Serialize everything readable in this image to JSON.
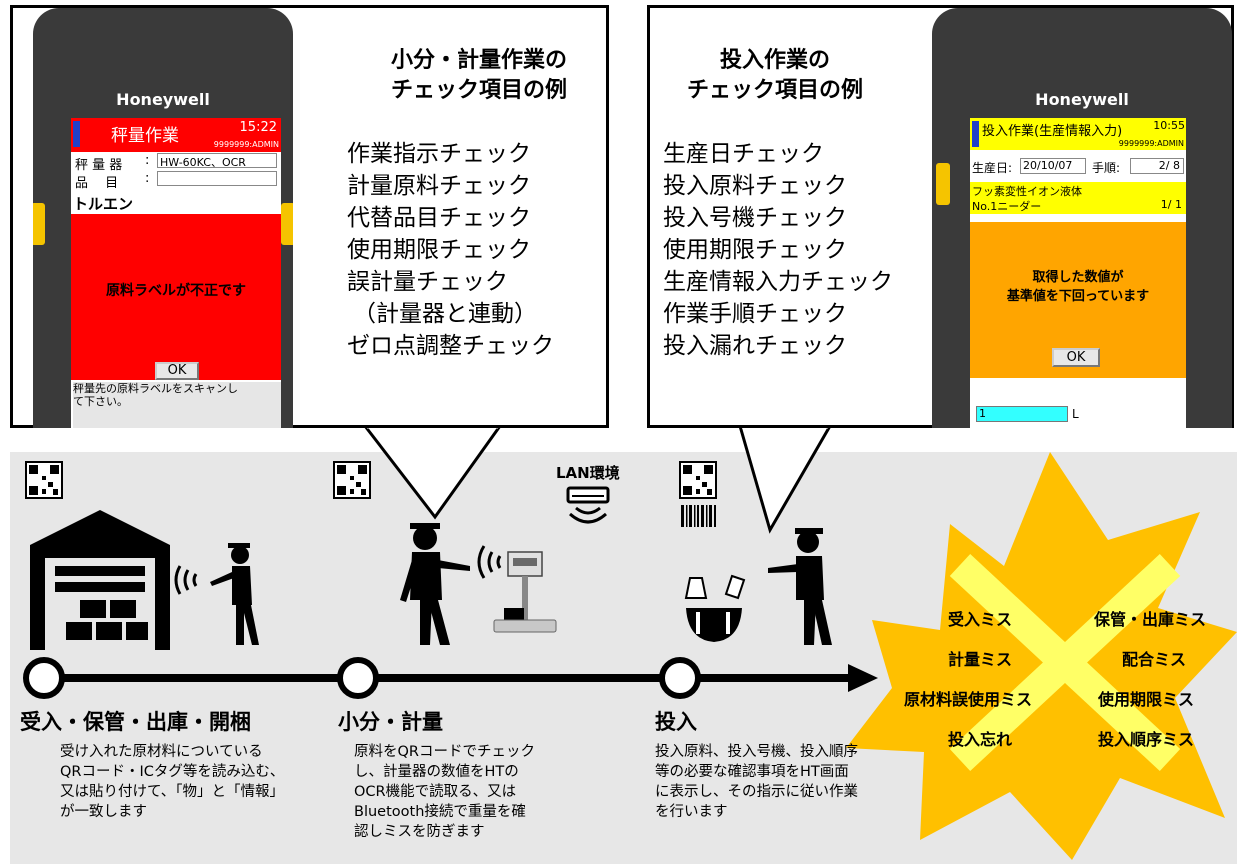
{
  "left_callout": {
    "title_line1": "小分・計量作業の",
    "title_line2": "チェック項目の例",
    "checks": [
      "作業指示チェック",
      "計量原料チェック",
      "代替品目チェック",
      "使用期限チェック",
      "誤計量チェック",
      "（計量器と連動）",
      "ゼロ点調整チェック"
    ],
    "device": {
      "brand": "Honeywell",
      "screen_title": "秤量作業",
      "time": "15:22",
      "user": "9999999:ADMIN",
      "row1_label": "秤 量 器",
      "row1_value": "HW-60KC、OCR",
      "row2_label": "品　 目",
      "item": "トルエン",
      "alert": "原料ラベルが不正です",
      "ok": "OK",
      "footer_line1": "秤量先の原料ラベルをスキャンし",
      "footer_line2": "て下さい。"
    }
  },
  "right_callout": {
    "title_line1": "投入作業の",
    "title_line2": "チェック項目の例",
    "checks": [
      "生産日チェック",
      "投入原料チェック",
      "投入号機チェック",
      "使用期限チェック",
      "生産情報入力チェック",
      "作業手順チェック",
      "投入漏れチェック"
    ],
    "device": {
      "brand": "Honeywell",
      "screen_title": "投入作業(生産情報入力)",
      "time": "10:55",
      "user": "9999999:ADMIN",
      "date_label": "生産日:",
      "date_value": "20/10/07",
      "step_label": "手順:",
      "step_value": "2/ 8",
      "material": "フッ素変性イオン液体",
      "machine": "No.1ニーダー",
      "count": "1/ 1",
      "alert_line1": "取得した数値が",
      "alert_line2": "基準値を下回っています",
      "ok": "OK",
      "input_value": "1",
      "unit": "L"
    }
  },
  "lan_label": "LAN環境",
  "stages": [
    {
      "title": "受入・保管・出庫・開梱",
      "desc": "受け入れた原材料についている\nQRコード・ICタグ等を読み込む、\n又は貼り付けて、「物」と「情報」\nが一致します"
    },
    {
      "title": "小分・計量",
      "desc": "原料をQRコードでチェック\nし、計量器の数値をHTの\nOCR機能で読取る、又は\nBluetooth接続で重量を確\n認しミスを防ぎます"
    },
    {
      "title": "投入",
      "desc": "投入原料、投入号機、投入順序\n等の必要な確認事項をHT画面\nに表示し、その指示に従い作業\nを行います"
    }
  ],
  "errors_left": [
    "受入ミス",
    "計量ミス",
    "原材料誤使用ミス",
    "投入忘れ"
  ],
  "errors_right": [
    "保管・出庫ミス",
    "配合ミス",
    "使用期限ミス",
    "投入順序ミス"
  ],
  "colors": {
    "band": "#e7e7e7",
    "alert_red": "#ff0000",
    "alert_orange": "#ffa500",
    "burst": "#ffc000",
    "cross": "#ffff66",
    "device_yellow": "#ffff00",
    "input_cyan": "#33ffff"
  }
}
